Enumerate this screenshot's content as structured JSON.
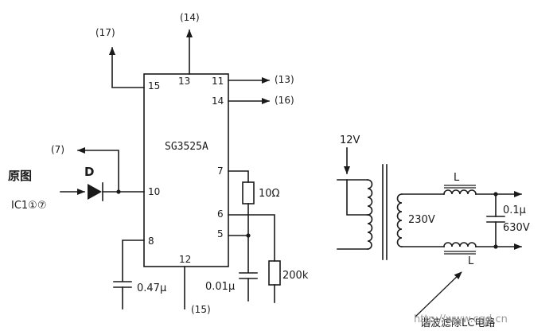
{
  "left_circuit": {
    "ic_label": "SG3525A",
    "pins": {
      "p15": "15",
      "p13": "13",
      "p11": "11",
      "p14": "14",
      "p10": "10",
      "p8": "8",
      "p12": "12",
      "p7": "7",
      "p6": "6",
      "p5": "5"
    },
    "refs": {
      "r17": "(17)",
      "r14": "(14)",
      "r13": "(13)",
      "r16": "(16)",
      "r7": "(7)",
      "r15": "(15)"
    },
    "source_label": "原图",
    "source_pin": "IC1①⑦",
    "diode_label": "D",
    "c_pin8": "0.47μ",
    "c_pin5": "0.01μ",
    "r_pin7": "10Ω",
    "r_pin6": "200k"
  },
  "right_circuit": {
    "input_voltage": "12V",
    "secondary_voltage": "230V",
    "inductor_top": "L",
    "inductor_bottom": "L",
    "cap_value": "0.1μ",
    "cap_rating": "630V",
    "caption": "谐波滤除LC电路"
  },
  "watermark": "http://www.cqd.cn"
}
